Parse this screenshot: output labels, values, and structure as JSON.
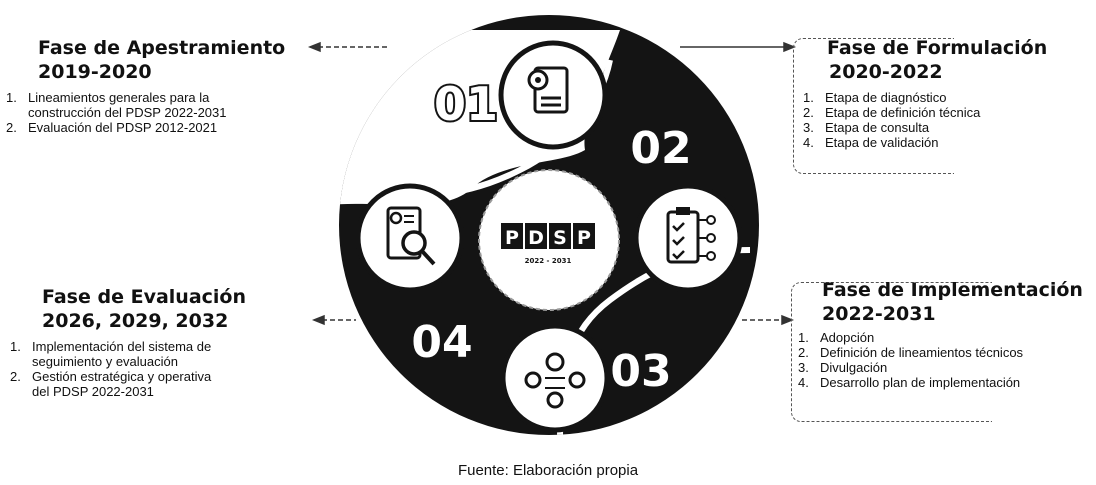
{
  "center": {
    "logo_text": "PDSP",
    "logo_years": "2022 - 2031"
  },
  "segments": [
    {
      "number": "01",
      "icon": "document-gear-icon"
    },
    {
      "number": "02",
      "icon": "checklist-clipboard-icon"
    },
    {
      "number": "03",
      "icon": "team-network-icon"
    },
    {
      "number": "04",
      "icon": "report-magnifier-icon"
    }
  ],
  "phases": [
    {
      "title": "Fase de Apestramiento",
      "years": "2019-2020",
      "items": [
        {
          "num": "1.",
          "text": "Lineamientos generales para la"
        },
        {
          "num": "",
          "text": "construcción del PDSP 2022-2031"
        },
        {
          "num": "2.",
          "text": "Evaluación del PDSP 2012-2021"
        }
      ]
    },
    {
      "title": "Fase de Formulación",
      "years": "2020-2022",
      "items": [
        {
          "num": "1.",
          "text": "Etapa de diagnóstico"
        },
        {
          "num": "2.",
          "text": "Etapa de definición técnica"
        },
        {
          "num": "3.",
          "text": "Etapa de consulta"
        },
        {
          "num": "4.",
          "text": "Etapa de validación"
        }
      ]
    },
    {
      "title": "Fase de Implementación",
      "years": "2022-2031",
      "items": [
        {
          "num": "1.",
          "text": "Adopción"
        },
        {
          "num": "2.",
          "text": "Definición de lineamientos técnicos"
        },
        {
          "num": "3.",
          "text": "Divulgación"
        },
        {
          "num": "4.",
          "text": "Desarrollo plan de implementación"
        }
      ]
    },
    {
      "title": "Fase de Evaluación",
      "years": "2026, 2029, 2032",
      "items": [
        {
          "num": "1.",
          "text": "Implementación del sistema de"
        },
        {
          "num": "",
          "text": "seguimiento y evaluación"
        },
        {
          "num": "2.",
          "text": "Gestión estratégica y operativa"
        },
        {
          "num": "",
          "text": "del PDSP 2022-2031"
        }
      ]
    }
  ],
  "caption": "Fuente: Elaboración propia",
  "colors": {
    "dark": "#141414",
    "light": "#ffffff",
    "line": "#333333"
  }
}
